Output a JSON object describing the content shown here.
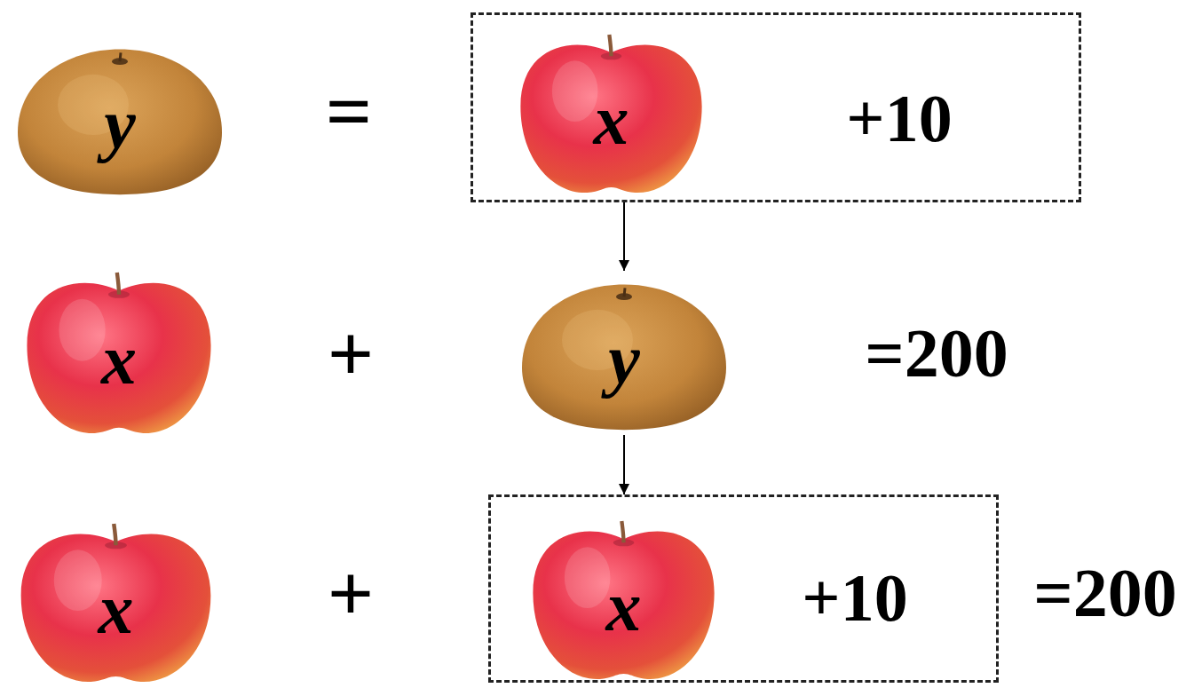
{
  "diagram": {
    "nodes": [
      {
        "text": [
          "y"
        ]
      },
      {
        "text": [
          "+10"
        ]
      },
      {
        "text": [
          "x"
        ],
        "in": 1
      },
      {
        "text": [
          "x"
        ]
      },
      {
        "text": [
          "y"
        ]
      },
      {
        "text": [
          "x"
        ]
      },
      {
        "text": [
          "+10"
        ]
      },
      {
        "text": [
          "x"
        ],
        "in": 6
      }
    ],
    "edges": [
      {
        "from": 1,
        "to": 4,
        "arrow": "to"
      },
      {
        "from": 4,
        "to": 6,
        "arrow": "to"
      }
    ],
    "labels": [
      "=",
      "+",
      "=200",
      "+",
      "=200"
    ]
  }
}
